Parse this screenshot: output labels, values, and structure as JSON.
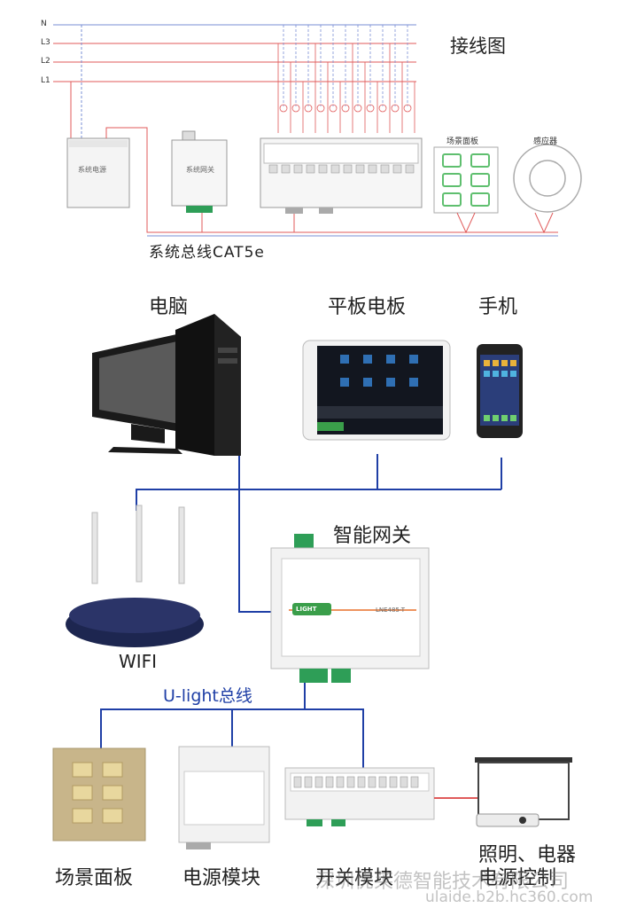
{
  "wiring": {
    "title": "接线图",
    "lines": [
      "N",
      "L3",
      "L2",
      "L1"
    ],
    "power_supply_label": "系统电源",
    "gateway_label": "系统网关",
    "scene_panel_label": "场景面板",
    "sensor_label": "感应器",
    "bus_label": "系统总线CAT5e"
  },
  "devices": {
    "computer_label": "电脑",
    "tablet_label": "平板电板",
    "phone_label": "手机",
    "gateway_label": "智能网关",
    "wifi_label": "WIFI",
    "gateway_model": "LNE485-T",
    "gateway_brand": "LIGHT"
  },
  "bus": {
    "label": "U-light总线",
    "color": "#1f3fa6"
  },
  "bottom": {
    "scene_panel": "场景面板",
    "power_module": "电源模块",
    "switch_module": "开关模块",
    "lighting_control": "照明、电器电源控制"
  },
  "watermark": {
    "company": "深圳优莱德智能技术有限公司",
    "url": "ulaide.b2b.hc360.com"
  },
  "colors": {
    "red_wire": "#e05a5a",
    "blue_wire": "#7a8fd6",
    "bus_blue": "#1f3fa6",
    "gateway_orange": "#e8702a",
    "green_terminal": "#2e9e57"
  }
}
